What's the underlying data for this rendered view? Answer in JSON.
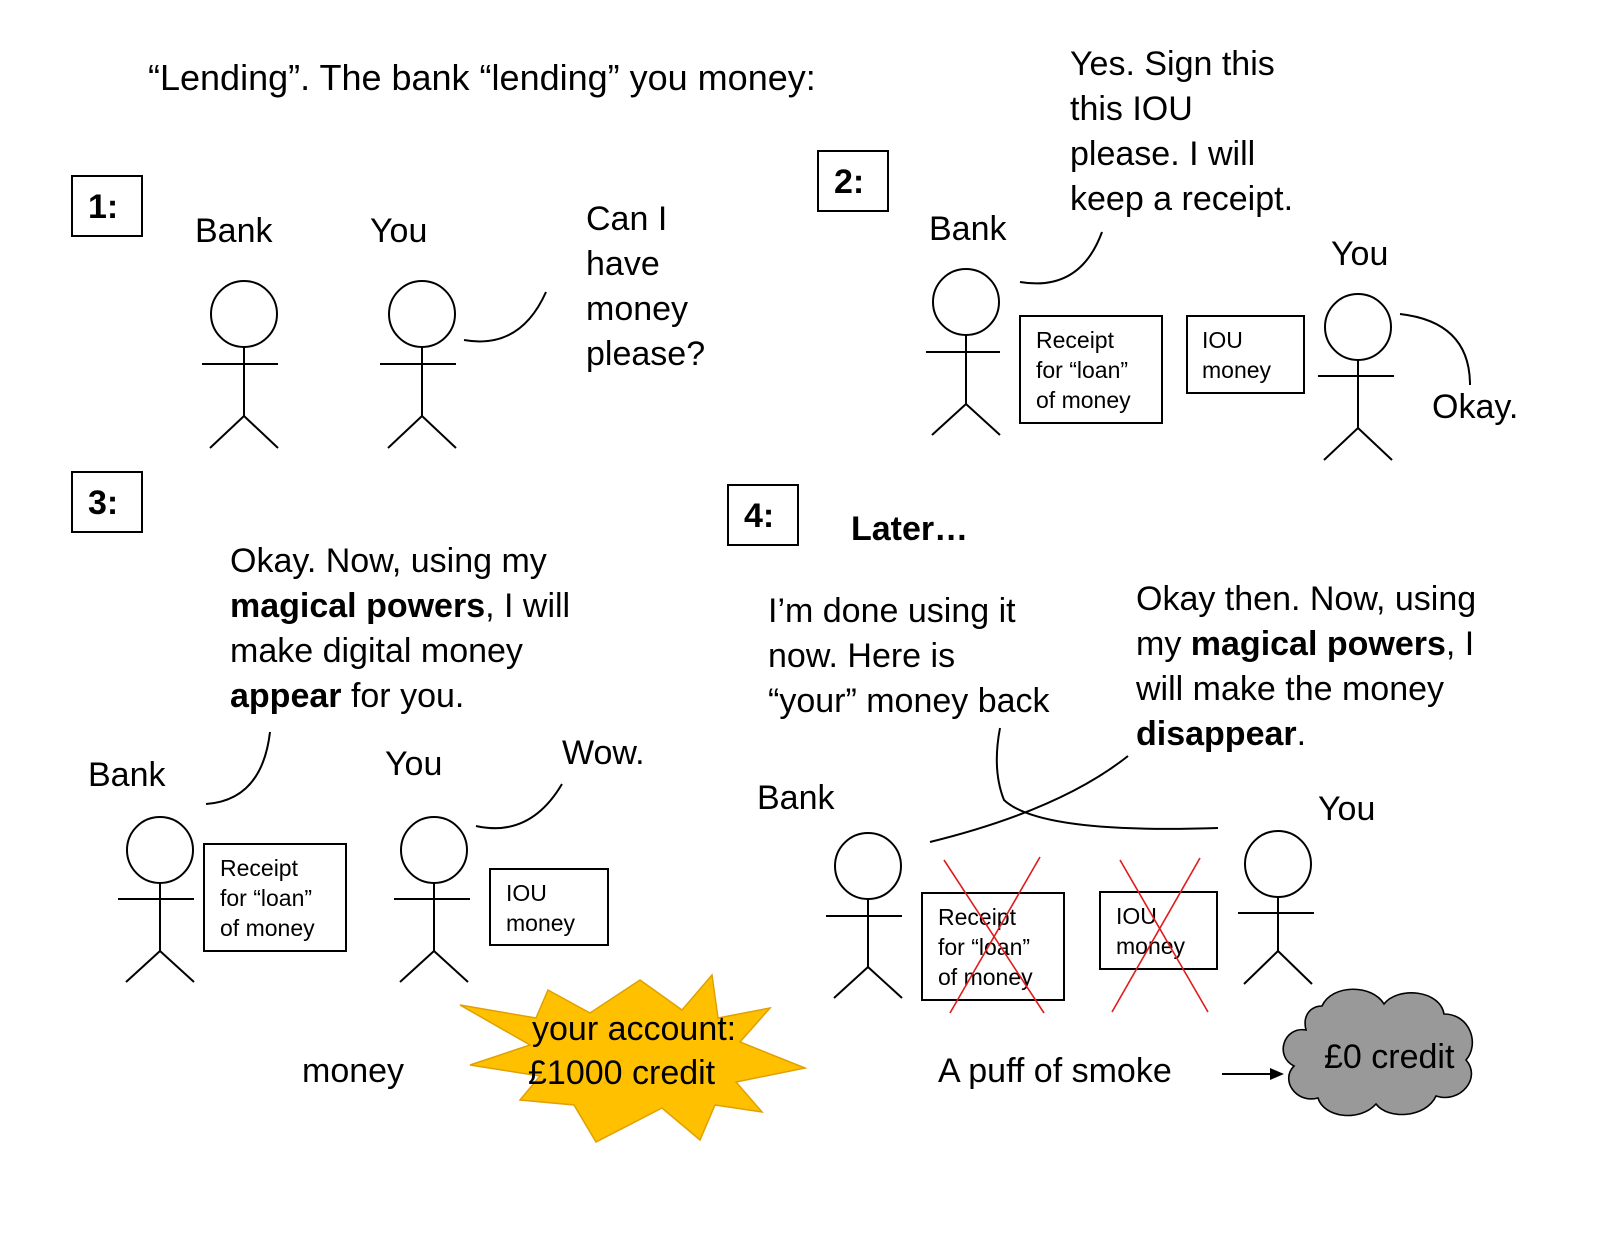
{
  "title": "“Lending”. The bank “lending” you money:",
  "panels": {
    "p1": {
      "number": "1:",
      "bank_label": "Bank",
      "you_label": "You",
      "you_speech": [
        "Can I",
        "have",
        "money",
        "please?"
      ]
    },
    "p2": {
      "number": "2:",
      "bank_label": "Bank",
      "you_label": "You",
      "bank_speech": [
        "Yes. Sign this",
        "this IOU",
        "please. I will",
        "keep a receipt."
      ],
      "you_speech": "Okay.",
      "receipt": [
        "Receipt",
        "for “loan”",
        "of money"
      ],
      "iou": [
        "IOU",
        "money"
      ]
    },
    "p3": {
      "number": "3:",
      "bank_label": "Bank",
      "you_label": "You",
      "bank_speech": {
        "line1": "Okay. Now, using my",
        "line2_bold": "magical powers",
        "line2_rest": ", I will",
        "line3": "make digital money",
        "line4_bold": "appear",
        "line4_rest": " for you."
      },
      "you_speech": "Wow.",
      "receipt": [
        "Receipt",
        "for “loan”",
        "of money"
      ],
      "iou": [
        "IOU",
        "money"
      ],
      "money_label": "money",
      "burst": [
        "your account:",
        "£1000 credit"
      ],
      "burst_color": "#ffc000"
    },
    "p4": {
      "number": "4:",
      "later": "Later…",
      "bank_label": "Bank",
      "you_label": "You",
      "you_speech": [
        "I’m done using it",
        "now. Here is",
        "“your” money back"
      ],
      "bank_speech": {
        "line1": "Okay then. Now, using",
        "line2_pre": "my ",
        "line2_bold": "magical powers",
        "line2_rest": ", I",
        "line3": "will make the money",
        "line4_bold": "disappear",
        "line4_rest": "."
      },
      "receipt": [
        "Receipt",
        "for “loan”",
        "of money"
      ],
      "iou": [
        "IOU",
        "money"
      ],
      "smoke_label": "A puff of smoke",
      "cloud": "£0 credit",
      "cloud_color": "#999999",
      "cross_color": "#e01b1b"
    }
  }
}
